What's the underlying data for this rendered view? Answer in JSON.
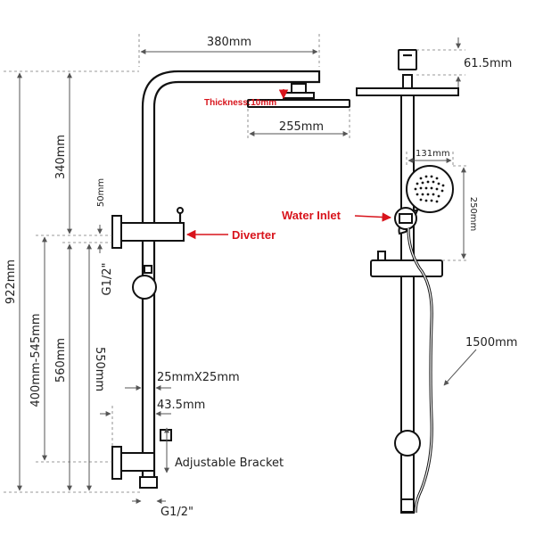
{
  "colors": {
    "accent": "#d8141c",
    "line": "#111111",
    "dimension": "#555555"
  },
  "labels": {
    "arm_length": "380mm",
    "head_thickness": "Thickness:10mm",
    "head_diameter": "255mm",
    "arm_drop": "340mm",
    "total_height": "922mm",
    "adjust_range": "400mm-545mm",
    "height_560": "560mm",
    "height_550": "550mm",
    "diverter_offset": "50mm",
    "thread_top": "G1/2\"",
    "rail_section": "25mmX25mm",
    "bracket_offset": "43.5mm",
    "adjustable_bracket": "Adjustable Bracket",
    "thread_bottom": "G1/2\"",
    "diverter": "Diverter",
    "water_inlet": "Water Inlet",
    "mount_height": "61.5mm",
    "handset_width": "131mm",
    "handset_length": "250mm",
    "hose_length": "1500mm"
  }
}
